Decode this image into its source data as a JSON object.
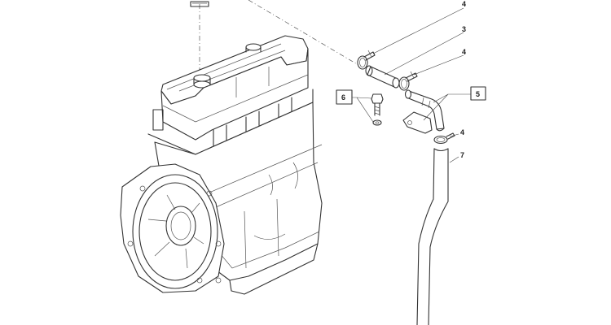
{
  "callouts": [
    {
      "id": "c4a",
      "label": "4"
    },
    {
      "id": "c3",
      "label": "3"
    },
    {
      "id": "c4b",
      "label": "4"
    },
    {
      "id": "c5",
      "label": "5"
    },
    {
      "id": "c6",
      "label": "6"
    },
    {
      "id": "c4c",
      "label": "4"
    },
    {
      "id": "c7",
      "label": "7"
    }
  ],
  "colors": {
    "line": "#333333",
    "background": "#ffffff"
  }
}
